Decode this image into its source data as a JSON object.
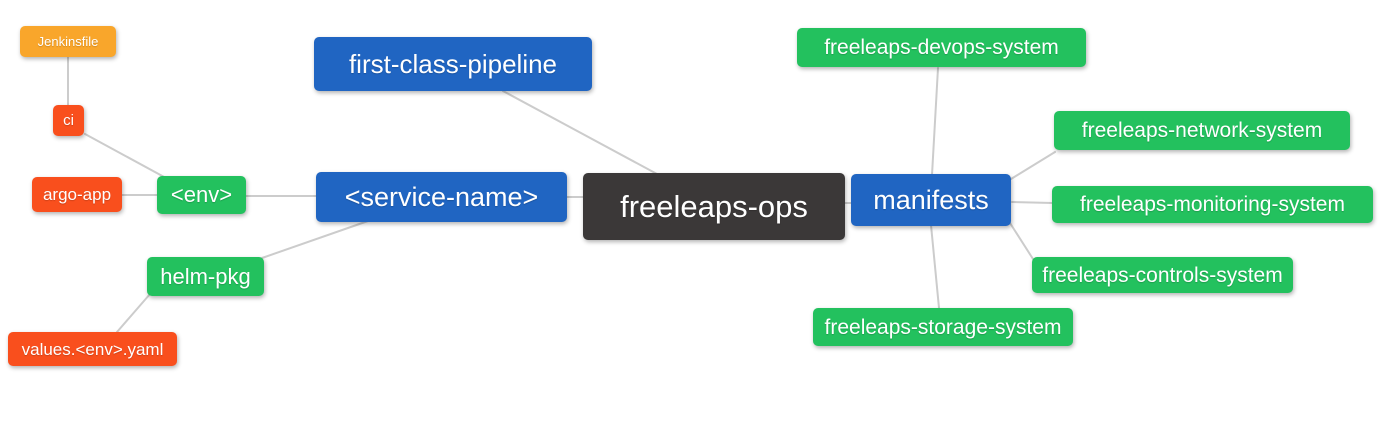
{
  "diagram": {
    "type": "mindmap",
    "background_color": "#ffffff",
    "edge_color": "#cccccc",
    "colors": {
      "root_node": "#3b3838",
      "branch_node": "#2065c2",
      "leaf_green": "#23c15e",
      "leaf_red": "#f94f1d",
      "leaf_amber": "#f9a62b",
      "node_text": "#ffffff"
    },
    "nodes": {
      "root": {
        "label": "freeleaps-ops"
      },
      "first_class_pipeline": {
        "label": "first-class-pipeline"
      },
      "service_name": {
        "label": "<service-name>"
      },
      "env": {
        "label": "<env>"
      },
      "ci": {
        "label": "ci"
      },
      "jenkinsfile": {
        "label": "Jenkinsfile"
      },
      "argo_app": {
        "label": "argo-app"
      },
      "helm_pkg": {
        "label": "helm-pkg"
      },
      "values_env_yaml": {
        "label": "values.<env>.yaml"
      },
      "manifests": {
        "label": "manifests"
      },
      "devops_system": {
        "label": "freeleaps-devops-system"
      },
      "network_system": {
        "label": "freeleaps-network-system"
      },
      "monitoring_system": {
        "label": "freeleaps-monitoring-system"
      },
      "controls_system": {
        "label": "freeleaps-controls-system"
      },
      "storage_system": {
        "label": "freeleaps-storage-system"
      }
    },
    "edges": [
      [
        "jenkinsfile",
        "ci"
      ],
      [
        "ci",
        "env"
      ],
      [
        "argo_app",
        "env"
      ],
      [
        "env",
        "service_name"
      ],
      [
        "helm_pkg",
        "service_name"
      ],
      [
        "values_env_yaml",
        "helm_pkg"
      ],
      [
        "first_class_pipeline",
        "root"
      ],
      [
        "service_name",
        "root"
      ],
      [
        "root",
        "manifests"
      ],
      [
        "manifests",
        "devops_system"
      ],
      [
        "manifests",
        "network_system"
      ],
      [
        "manifests",
        "monitoring_system"
      ],
      [
        "manifests",
        "controls_system"
      ],
      [
        "manifests",
        "storage_system"
      ]
    ]
  }
}
